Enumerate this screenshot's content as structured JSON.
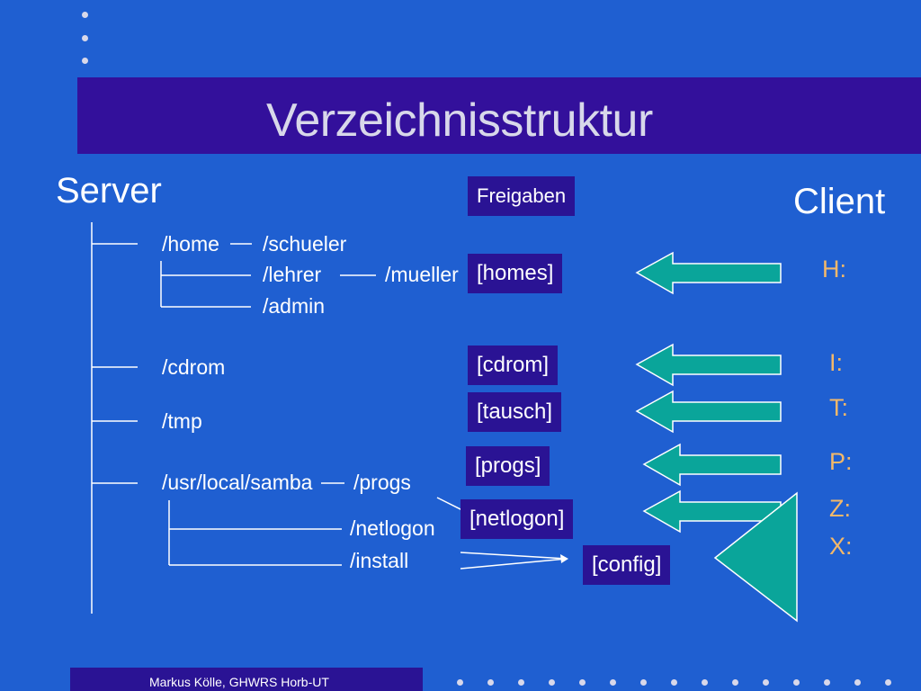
{
  "slide": {
    "title": "Verzeichnisstruktur",
    "footer": "Markus Kölle, GHWRS Horb-UT"
  },
  "server": {
    "label": "Server",
    "paths": {
      "home": "/home",
      "schueler": "/schueler",
      "lehrer": "/lehrer",
      "mueller": "/mueller",
      "admin": "/admin",
      "cdrom": "/cdrom",
      "tmp": "/tmp",
      "samba": "/usr/local/samba",
      "progs": "/progs",
      "netlogon": "/netlogon",
      "install": "/install"
    }
  },
  "shares": {
    "header": "Freigaben",
    "homes": "[homes]",
    "cdrom": "[cdrom]",
    "tausch": "[tausch]",
    "progs": "[progs]",
    "netlogon": "[netlogon]",
    "config": "[config]"
  },
  "client": {
    "label": "Client",
    "drives": {
      "h": "H:",
      "i": "I:",
      "t": "T:",
      "p": "P:",
      "z": "Z:",
      "x": "X:"
    }
  },
  "colors": {
    "background": "#1f5fd1",
    "title_bar": "#33109b",
    "box": "#2a1394",
    "arrow": "#0aa59a",
    "drive_letter": "#f3b86a"
  }
}
